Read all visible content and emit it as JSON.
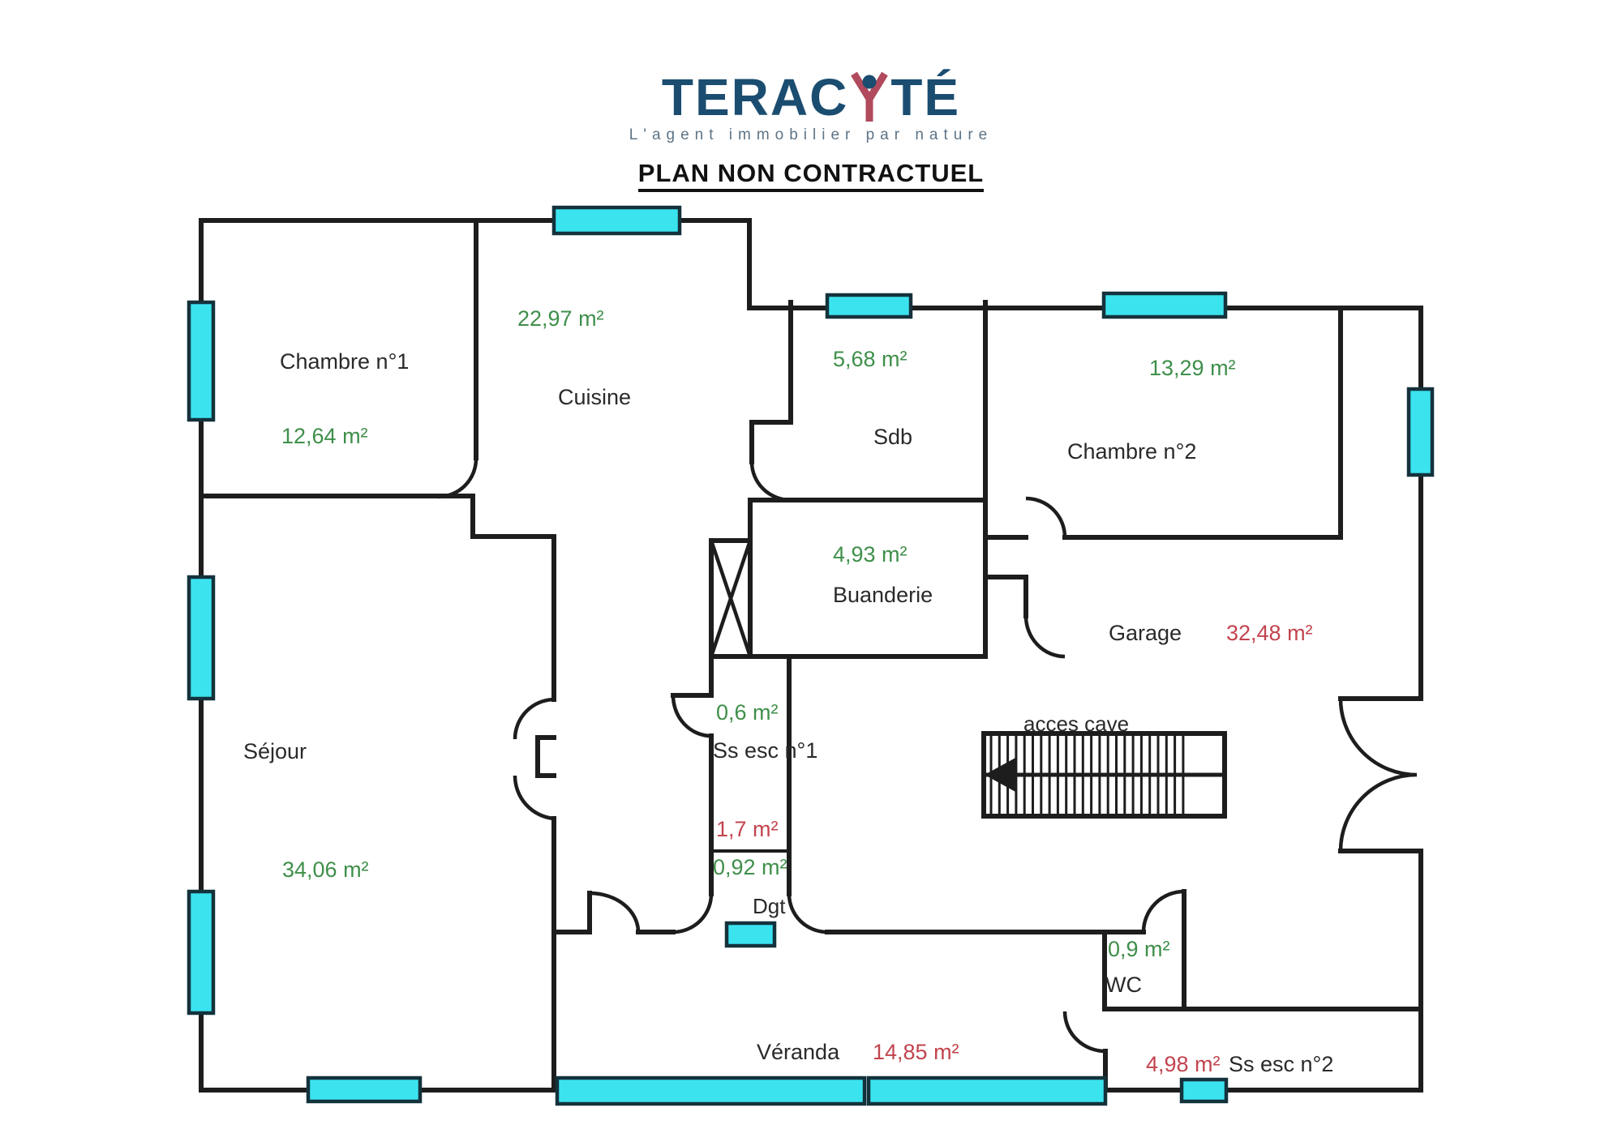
{
  "header": {
    "logo_part_tera": "TERA",
    "logo_part_c": "C",
    "logo_part_te": "TÉ",
    "tagline": "L'agent immobilier par nature",
    "title": "PLAN NON CONTRACTUEL"
  },
  "colors": {
    "wall": "#1D1D1D",
    "window_fill": "#3BE3EF",
    "area_green": "#3F8F4A",
    "area_red": "#C2444E",
    "logo_navy": "#1B4D71",
    "logo_red": "#B04A5C",
    "tagline_gray": "#5E7486"
  },
  "rooms": [
    {
      "name": "Chambre n°1",
      "area": "12,64 m²"
    },
    {
      "name": "Cuisine",
      "area": "22,97 m²"
    },
    {
      "name": "Sdb",
      "area": "5,68 m²"
    },
    {
      "name": "Chambre n°2",
      "area": "13,29 m²"
    },
    {
      "name": "Buanderie",
      "area": "4,93 m²"
    },
    {
      "name": "Garage",
      "area": "32,48 m²"
    },
    {
      "name": "Séjour",
      "area": "34,06 m²"
    },
    {
      "name": "Ss esc n°1",
      "area": "0,6 m²"
    },
    {
      "name": "",
      "area": "1,7 m²"
    },
    {
      "name": "Dgt",
      "area": "0,92 m²"
    },
    {
      "name": "WC",
      "area": "0,9 m²"
    },
    {
      "name": "Véranda",
      "area": "14,85 m²"
    },
    {
      "name": "Ss esc n°2",
      "area": "4,98 m²"
    }
  ],
  "annotations": {
    "stairs_label": "acces cave"
  }
}
